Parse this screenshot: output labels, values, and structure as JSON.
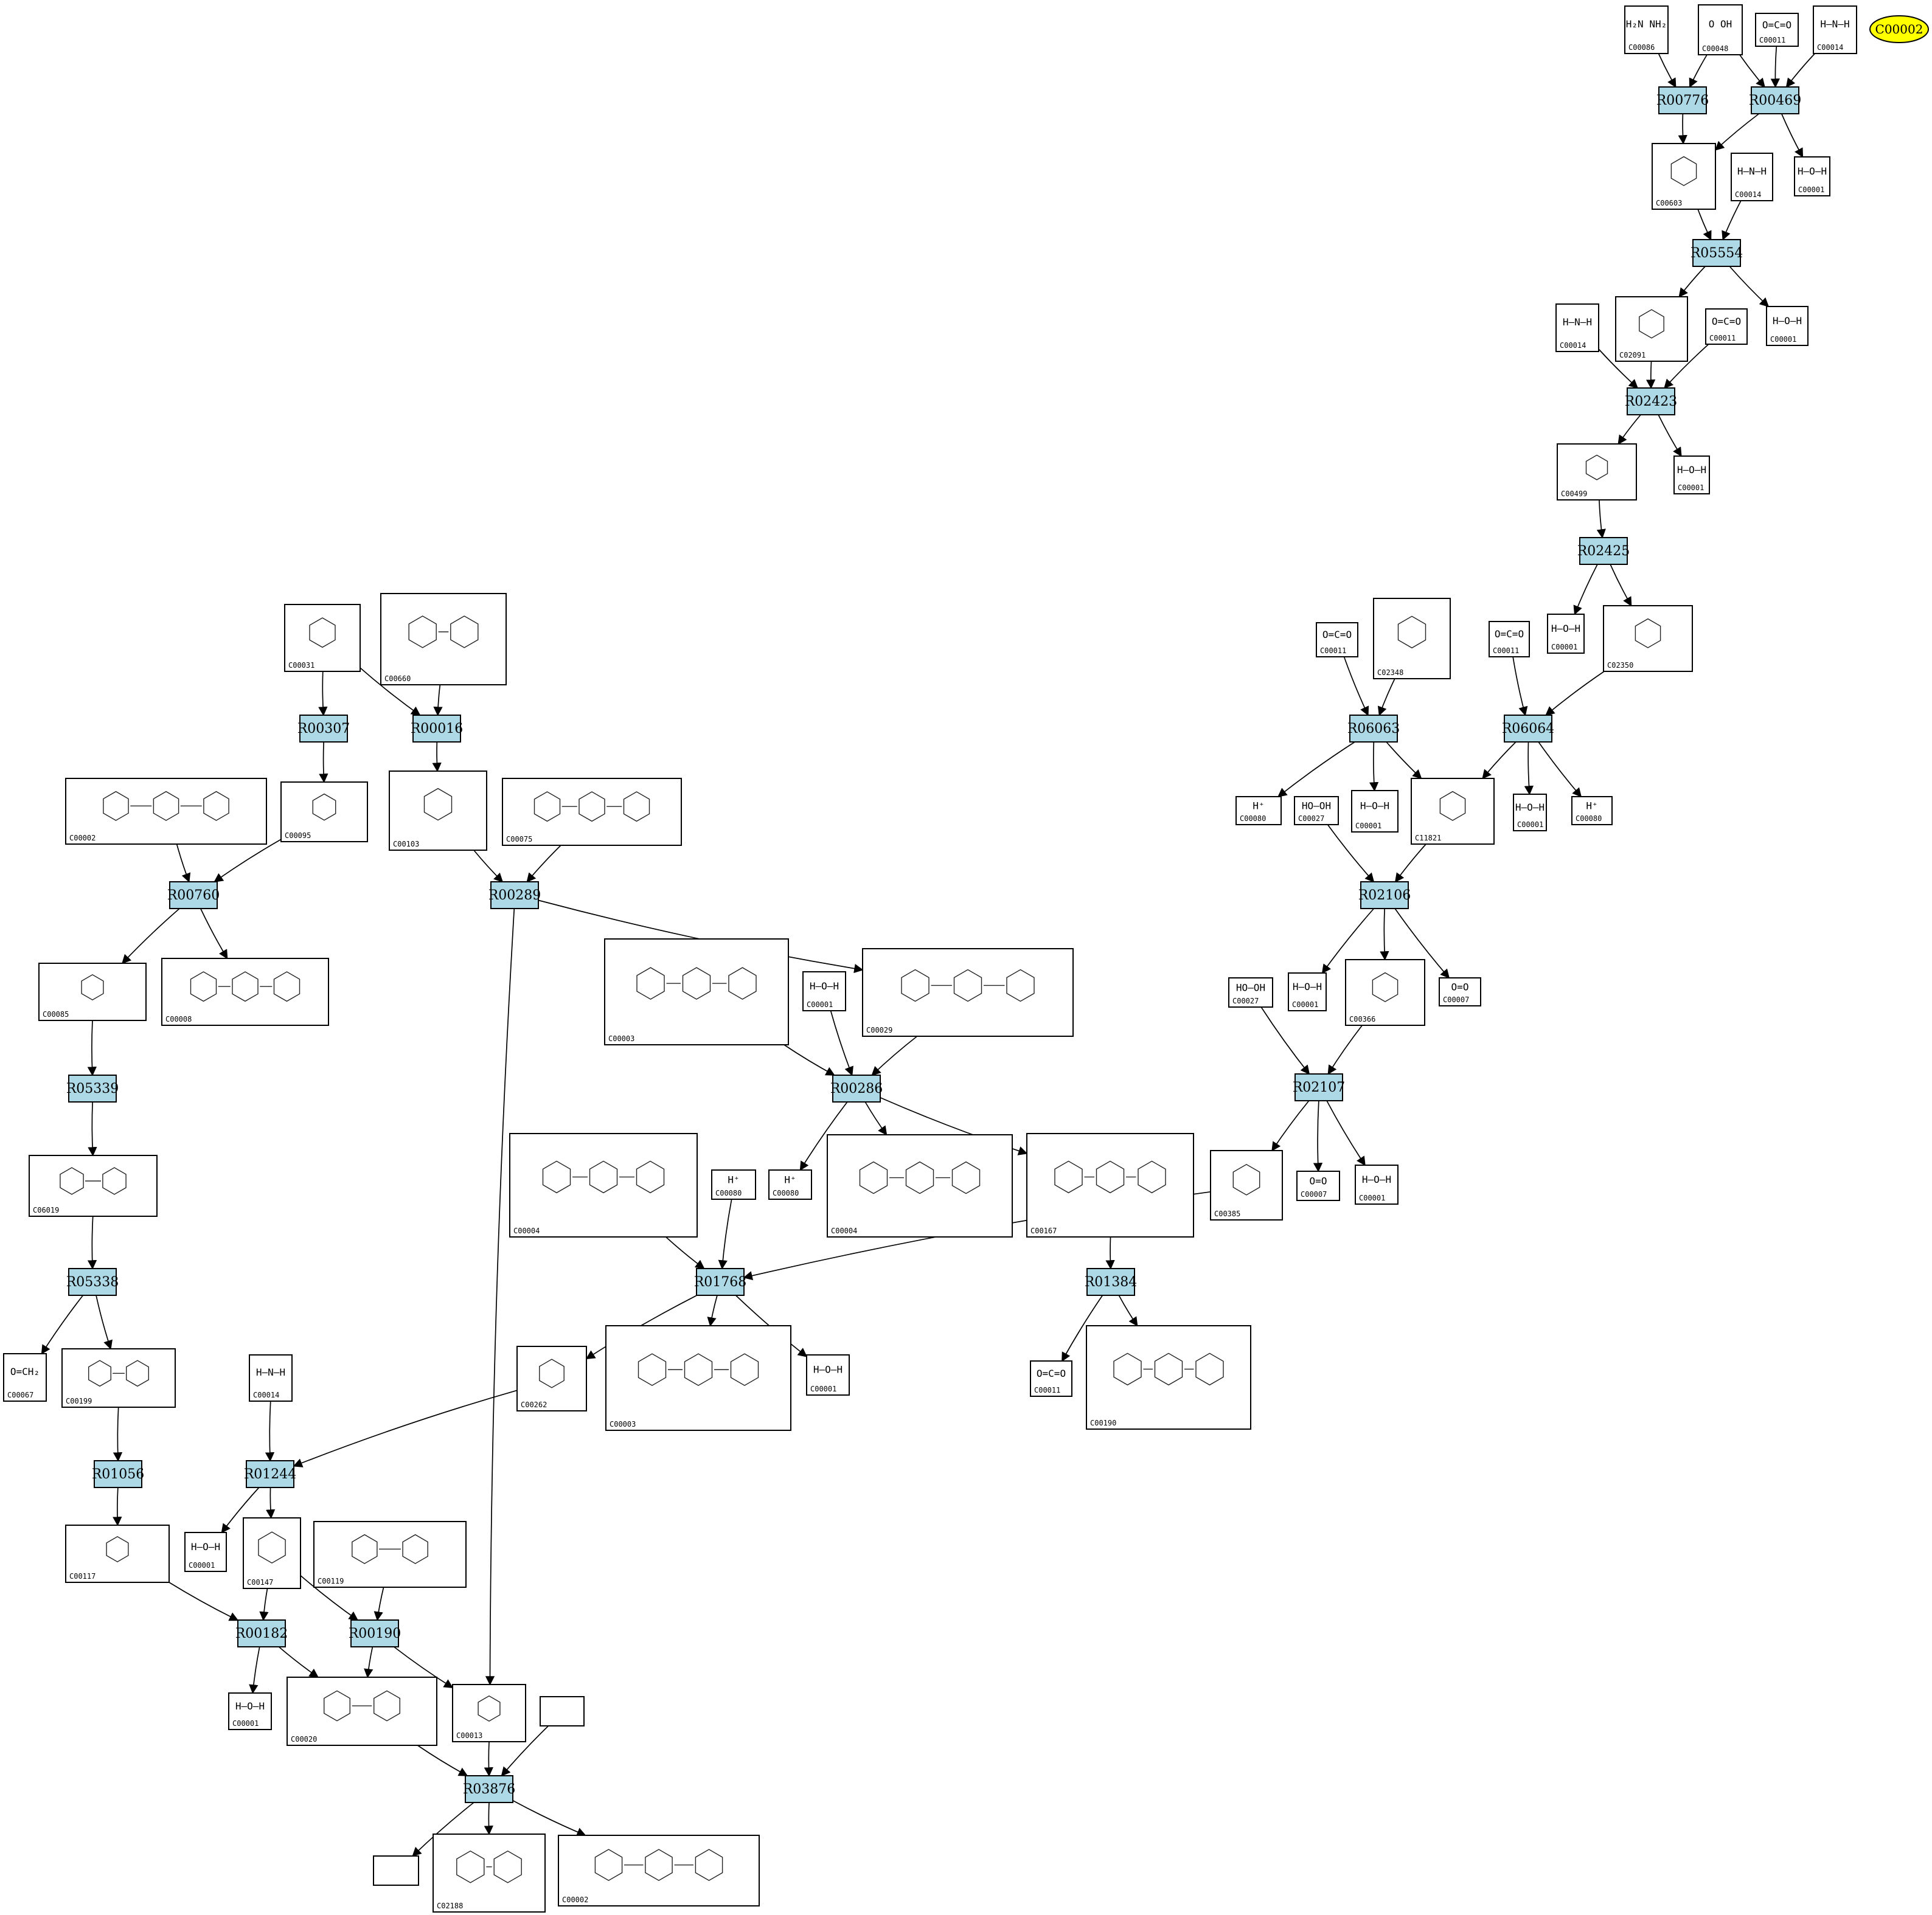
{
  "reactions": [
    {
      "id": "R00776"
    },
    {
      "id": "R00469"
    },
    {
      "id": "R05554"
    },
    {
      "id": "R02423"
    },
    {
      "id": "R02425"
    },
    {
      "id": "R06063"
    },
    {
      "id": "R06064"
    },
    {
      "id": "R02106"
    },
    {
      "id": "R02107"
    },
    {
      "id": "R00307"
    },
    {
      "id": "R00016"
    },
    {
      "id": "R00760"
    },
    {
      "id": "R00289"
    },
    {
      "id": "R00286"
    },
    {
      "id": "R05339"
    },
    {
      "id": "R05338"
    },
    {
      "id": "R01768"
    },
    {
      "id": "R01384"
    },
    {
      "id": "R01056"
    },
    {
      "id": "R01244"
    },
    {
      "id": "R00182"
    },
    {
      "id": "R00190"
    },
    {
      "id": "R03876"
    }
  ],
  "highlight": {
    "id": "C00002",
    "color": "#ffff00"
  },
  "compounds": [
    {
      "key": "k1",
      "code": "C00086",
      "label": "H₂N   NH₂"
    },
    {
      "key": "k2",
      "code": "C00048",
      "label": "O  OH"
    },
    {
      "key": "k3",
      "code": "C00011",
      "label": "O=C=O"
    },
    {
      "key": "k4",
      "code": "C00014",
      "label": "H–N–H"
    },
    {
      "key": "k5",
      "code": "C00603",
      "label": ""
    },
    {
      "key": "k6",
      "code": "C00014",
      "label": "H–N–H"
    },
    {
      "key": "k7",
      "code": "C00001",
      "label": "H–O–H"
    },
    {
      "key": "k8",
      "code": "C00014",
      "label": "H–N–H"
    },
    {
      "key": "k9",
      "code": "C02091",
      "label": ""
    },
    {
      "key": "k10",
      "code": "C00011",
      "label": "O=C=O"
    },
    {
      "key": "k11",
      "code": "C00001",
      "label": "H–O–H"
    },
    {
      "key": "k12",
      "code": "C00001",
      "label": "H–O–H"
    },
    {
      "key": "k13",
      "code": "C00499",
      "label": ""
    },
    {
      "key": "k14",
      "code": "C00011",
      "label": "O=C=O"
    },
    {
      "key": "k15",
      "code": "C02348",
      "label": ""
    },
    {
      "key": "k16",
      "code": "C00011",
      "label": "O=C=O"
    },
    {
      "key": "k17",
      "code": "C00001",
      "label": "H–O–H"
    },
    {
      "key": "k18",
      "code": "C02350",
      "label": ""
    },
    {
      "key": "k19",
      "code": "C00080",
      "label": "H⁺"
    },
    {
      "key": "k20",
      "code": "C00027",
      "label": "HO–OH"
    },
    {
      "key": "k21",
      "code": "C00001",
      "label": "H–O–H"
    },
    {
      "key": "k22",
      "code": "C11821",
      "label": ""
    },
    {
      "key": "k23",
      "code": "C00001",
      "label": "H–O–H"
    },
    {
      "key": "k24",
      "code": "C00080",
      "label": "H⁺"
    },
    {
      "key": "k25",
      "code": "C00027",
      "label": "HO–OH"
    },
    {
      "key": "k26",
      "code": "C00001",
      "label": "H–O–H"
    },
    {
      "key": "k27",
      "code": "C00366",
      "label": ""
    },
    {
      "key": "k28",
      "code": "C00007",
      "label": "O=O"
    },
    {
      "key": "k29",
      "code": "C00385",
      "label": ""
    },
    {
      "key": "k30",
      "code": "C00007",
      "label": "O=O"
    },
    {
      "key": "k31",
      "code": "C00001",
      "label": "H–O–H"
    },
    {
      "key": "k32",
      "code": "C00031",
      "label": ""
    },
    {
      "key": "k33",
      "code": "C00660",
      "label": ""
    },
    {
      "key": "k34",
      "code": "C00002",
      "label": ""
    },
    {
      "key": "k35",
      "code": "C00095",
      "label": ""
    },
    {
      "key": "k36",
      "code": "C00103",
      "label": ""
    },
    {
      "key": "k37",
      "code": "C00075",
      "label": ""
    },
    {
      "key": "k38",
      "code": "C00085",
      "label": ""
    },
    {
      "key": "k39",
      "code": "C00008",
      "label": ""
    },
    {
      "key": "k40",
      "code": "C00003",
      "label": ""
    },
    {
      "key": "k41",
      "code": "C00001",
      "label": "H–O–H"
    },
    {
      "key": "k42",
      "code": "C00029",
      "label": ""
    },
    {
      "key": "k43",
      "code": "C06019",
      "label": ""
    },
    {
      "key": "k44",
      "code": "C00004",
      "label": ""
    },
    {
      "key": "k45",
      "code": "C00080",
      "label": "H⁺"
    },
    {
      "key": "k46",
      "code": "C00080",
      "label": "H⁺"
    },
    {
      "key": "k47",
      "code": "C00004",
      "label": ""
    },
    {
      "key": "k48",
      "code": "C00167",
      "label": ""
    },
    {
      "key": "k49",
      "code": "C00067",
      "label": "O=CH₂"
    },
    {
      "key": "k50",
      "code": "C00199",
      "label": ""
    },
    {
      "key": "k51",
      "code": "C00262",
      "label": ""
    },
    {
      "key": "k52",
      "code": "C00003",
      "label": ""
    },
    {
      "key": "k53",
      "code": "C00001",
      "label": "H–O–H"
    },
    {
      "key": "k54",
      "code": "C00011",
      "label": "O=C=O"
    },
    {
      "key": "k55",
      "code": "C00190",
      "label": ""
    },
    {
      "key": "k56",
      "code": "C00014",
      "label": "H–N–H"
    },
    {
      "key": "k57",
      "code": "C00001",
      "label": "H–O–H"
    },
    {
      "key": "k58",
      "code": "C00147",
      "label": ""
    },
    {
      "key": "k59",
      "code": "C00119",
      "label": ""
    },
    {
      "key": "k60",
      "code": "C00117",
      "label": ""
    },
    {
      "key": "k61",
      "code": "C00001",
      "label": "H–O–H"
    },
    {
      "key": "k62",
      "code": "C00020",
      "label": ""
    },
    {
      "key": "k63",
      "code": "C00013",
      "label": ""
    },
    {
      "key": "k64",
      "code": "",
      "label": ""
    },
    {
      "key": "k65",
      "code": "",
      "label": ""
    },
    {
      "key": "k66",
      "code": "C02188",
      "label": ""
    },
    {
      "key": "k67",
      "code": "C00002",
      "label": ""
    }
  ]
}
